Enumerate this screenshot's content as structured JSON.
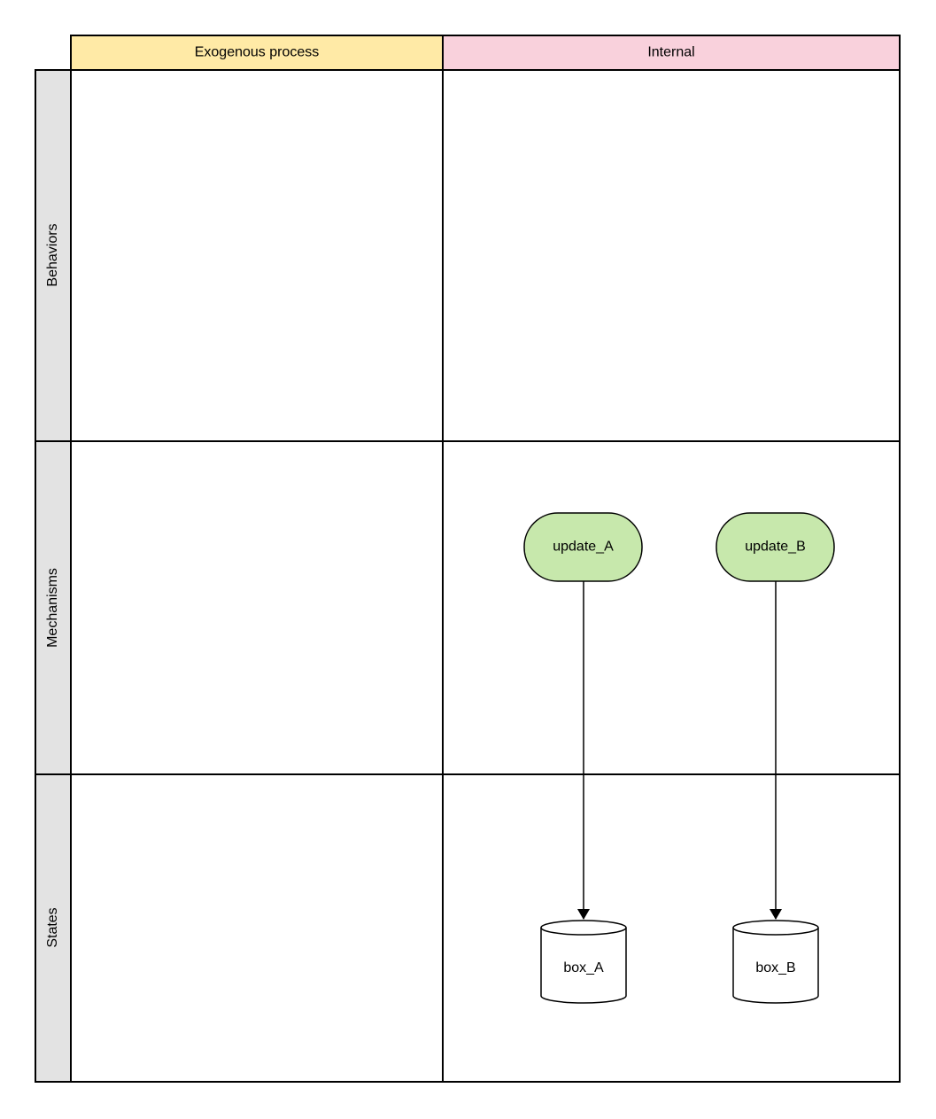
{
  "columns": [
    {
      "id": "exogenous",
      "label": "Exogenous process",
      "color": "#ffeaa6"
    },
    {
      "id": "internal",
      "label": "Internal",
      "color": "#f9d1dc"
    }
  ],
  "rows": [
    {
      "id": "behaviors",
      "label": "Behaviors"
    },
    {
      "id": "mechanisms",
      "label": "Mechanisms"
    },
    {
      "id": "states",
      "label": "States"
    }
  ],
  "row_header_color": "#e3e3e3",
  "nodes": [
    {
      "id": "update_A",
      "label": "update_A",
      "shape": "terminator",
      "color": "#c7e8ac",
      "lane_column": "internal",
      "lane_row": "mechanisms"
    },
    {
      "id": "update_B",
      "label": "update_B",
      "shape": "terminator",
      "color": "#c7e8ac",
      "lane_column": "internal",
      "lane_row": "mechanisms"
    },
    {
      "id": "box_A",
      "label": "box_A",
      "shape": "cylinder",
      "color": "#ffffff",
      "lane_column": "internal",
      "lane_row": "states"
    },
    {
      "id": "box_B",
      "label": "box_B",
      "shape": "cylinder",
      "color": "#ffffff",
      "lane_column": "internal",
      "lane_row": "states"
    }
  ],
  "edges": [
    {
      "from": "update_A",
      "to": "box_A"
    },
    {
      "from": "update_B",
      "to": "box_B"
    }
  ]
}
